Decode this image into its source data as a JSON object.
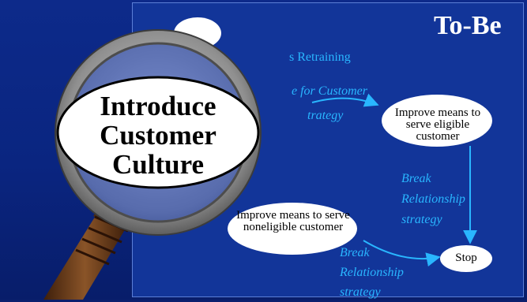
{
  "diagram": {
    "title": "To-Be",
    "top_label_partial": "s Retraining",
    "customer_label_partial": "e for Customer",
    "strategy_label_partial": "trategy",
    "nodes": {
      "eligible": "Improve means to serve eligible customer",
      "noneligible": "Improve means to serve noneligible customer",
      "stop": "Stop"
    },
    "edge_labels": {
      "break_right": [
        "Break",
        "Relationship",
        "strategy"
      ],
      "break_bottom": [
        "Break",
        "Relationship",
        "strategy"
      ]
    },
    "magnifier_text": [
      "Introduce",
      "Customer",
      "Culture"
    ]
  },
  "colors": {
    "background": "#0b1f6e",
    "panel": "#123599",
    "accent_text": "#29b6ff",
    "node_fill": "#ffffff",
    "magnifier_rim": "#9a9a9a",
    "handle": "#6b3a1c"
  }
}
